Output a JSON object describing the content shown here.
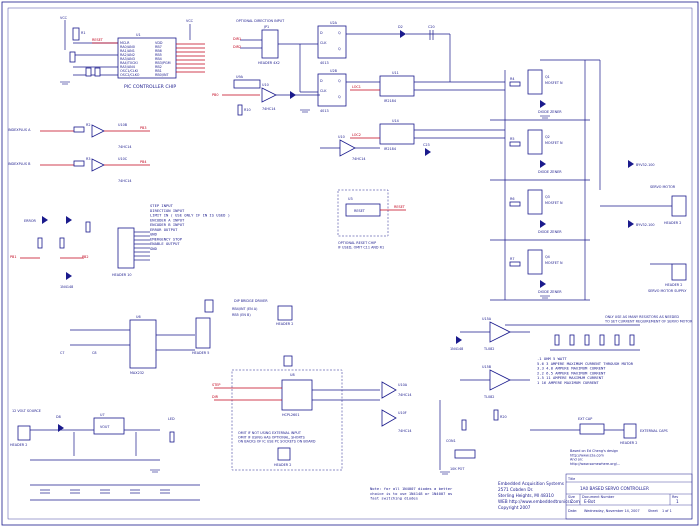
{
  "labels": {
    "controller_chip": "PIC CONTROLLER CHIP",
    "optional_dir": "OPTIONAL DIRECTION INPUT",
    "reset_label": "RESET",
    "step_input_block": "STEP INPUT\nDIRECTION INPUT\nLIMIT IN ( USE ONLY IF IN IS USED )\nENCODER A INPUT\nENCODER B INPUT\nERROR OUTPUT\nGND\nEMERGENCY STOP\nENABLE OUTPUT\nGND",
    "optional_reset": "OPTIONAL RESET CHIP\nIF USED, OMIT C11 AND R1",
    "dip_label": "DIP BRIDGE DRIVER",
    "servo_motor": "SERVO MOTOR",
    "servo_motor_supply": "SERVO MOTOR SUPPLY",
    "sense_note": ".1 OHM 5 WATT\n5.6   3 AMPERE MAXIMUM CURRENT THROUGH MOTOR\n3.3   4.8 AMPERE MAXIMUM CURRENT\n2.2   6.5 AMPERE MAXIMUM CURRENT\n1.5  11 AMPERE MAXIMUM CURRENT\n1    16 AMPERE MAXIMUM CURRENT",
    "sense_note_side": "ONLY USE AS MANY RESISTORS AS NEEDED\nTO SET CURRENT REQUIREMENT OF SERVO MOTOR",
    "twelve_volt": "12 VOLT SOURCE",
    "opto_note": "OMIT IF NOT USING EXTERNAL INPUT\nOMIT IF USING HAS OPTIONAL, SHORTS\nON BACKS OF IC USE PC SOCKETS ON BOARD",
    "extra_note": "Note: for all 1N4007 diodes a better\nchoice is to use 1N4148 or 1N4007 as\nfast switching diodes",
    "external_caps": "EXTERNAL CAPS",
    "based_on": "Based on Ed Cheng's design\nhttp://www.s2a.com\nAnd on:\nhttp://www.somewhere.org/..."
  },
  "title_block": {
    "company": "Embedded Acquisition Systems",
    "address1": "2571 Cobden Dr.",
    "address2": "Sterling Heights, MI 48310",
    "web": "WEB http://www.embeddedtronics.com",
    "copyright": "Copyright 2007",
    "title_label": "Title",
    "title": "1A0 BASED SERVO CONTROLLER",
    "size_label": "Size",
    "size": "C",
    "doc_label": "Document Number",
    "doc": "E-Bot",
    "rev_label": "Rev",
    "rev": "1",
    "date_label": "Date:",
    "date": "Wednesday, November 14, 2007",
    "sheet_label": "Sheet",
    "sheet": "1     of     1"
  },
  "colors": {
    "wire": "#1a1a8c",
    "signal": "#c0001a",
    "paper": "#ffffff"
  }
}
